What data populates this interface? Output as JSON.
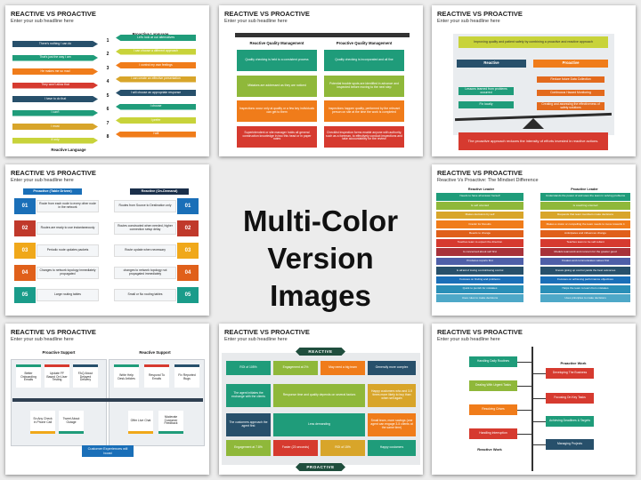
{
  "center": {
    "line1": "Multi-Color",
    "line2": "Version Images"
  },
  "common": {
    "title": "REACTIVE VS PROACTIVE",
    "subtitle": "Enter your sub headline here"
  },
  "slide1": {
    "left_items": [
      "There's nothing I can do",
      "That's just the way I am",
      "He makes me so mad",
      "They won't allow that",
      "I have to do that",
      "I can't",
      "I must",
      "If only"
    ],
    "right_items": [
      "Let's look at our alternatives",
      "I can choose a different approach",
      "I control my own feelings",
      "I can create an effective presentation",
      "I will choose an appropriate response",
      "I choose",
      "I prefer",
      "I will"
    ],
    "numbers": [
      "1",
      "2",
      "3",
      "4",
      "5",
      "6",
      "7",
      "8"
    ],
    "right_header": "Proactive Language",
    "left_footer": "Reactive Language"
  },
  "slide2": {
    "left_header": "Reactive Quality Management",
    "right_header": "Proactive Quality Management",
    "left_items": [
      "Quality checking is held to a consistent process",
      "Mistakes are addressed as they are noticed",
      "Inspections occur only at quality or a few key individuals can get to them",
      "Superintendent or site manager holds all general construction knowledge in two this head or in paper notes"
    ],
    "right_items": [
      "Quality checking is incorporated and all fine",
      "Potential trouble spots are identified in advance and inspected before moving to the next step",
      "Inspections happen quality, performed by the relevant person on site at the time the work is completed",
      "Checklist inspection forms enable anyone with authority, such as a foreman, to effectively conduct inspections and take accountability for the review"
    ]
  },
  "slide3": {
    "top_text": "Improving quality and patient safety by combining a proactive and reactive approach",
    "left_label": "Reactive",
    "right_label": "Proactive",
    "left_items": [
      "Lessons learned from problems occurred",
      "Fix locally"
    ],
    "right_items": [
      "Reduce future Data Collection",
      "Continuous Hazard Monitoring",
      "Creating and assessing the effectiveness of safety solutions"
    ],
    "bottom_text": "The proactive approach reduces the intensity of efforts invested in reactive actions."
  },
  "slide4": {
    "left_header": "Proactive (Table Driven)",
    "right_header": "Reactive (On-Demand)",
    "numbers": [
      "01",
      "02",
      "03",
      "04",
      "05"
    ],
    "left_items": [
      "Route from each node to every other node in the network",
      "Routes are ready to use instantaneously",
      "Periodic route updates packets",
      "Changes to network topology immediately propagated",
      "Large routing tables"
    ],
    "right_items": [
      "Routes from Source to Destination only",
      "Routes constructed when needed, higher connection setup delay",
      "Route update when necessary",
      "changes to network topology not propagated immediately",
      "Small or No routing tables"
    ]
  },
  "slide5": {
    "subtitle": "Reactive Vs Proactive: The Mindset Difference",
    "left_header": "Reactive Leader",
    "right_header": "Proactive Leader",
    "left_items": [
      "Needs to have all answer herself",
      "Is self oriented",
      "Makes decisions by self",
      "Frantic for Results",
      "Reacts to change",
      "Teaches team to expect the direction",
      "Is concerned about self first",
      "Produces reports first",
      "Is afraid of losing control/losing control",
      "Focuses on finding and problems",
      "Quick to punish for mistakes",
      "Uses rules to make decisions"
    ],
    "right_items": [
      "Understands the power of and uses the team in solving problems",
      "Is coaching oriented",
      "Requests that team members make decisions",
      "Makes a vision or compelling the team needs to move towards it",
      "Anticipates and influences change",
      "Teaches team to be self-reliant",
      "Models teamwork and concern for the greater good",
      "Creates and communicates values first",
      "Knows giving up control yields the best outcomes",
      "Focuses on achieving performance objectives",
      "Helps the team to learn from mistakes",
      "Uses principles to make decisions"
    ]
  },
  "slide6": {
    "left_header": "Proactive Support",
    "right_header": "Reactive Support",
    "left_top": [
      "Better Onboarding Emails",
      "Update FF Based On User Testing",
      "FAQ About Delayed Delivery"
    ],
    "left_bottom": [
      "Sn Any Check in Phone Call",
      "Tweet About Outage"
    ],
    "right_top": [
      "Write Help Desk Articles",
      "Respond To Emails",
      "Fix Reported Bugs"
    ],
    "right_bottom": [
      "Offer Live Chat",
      "Moderate Customer Feedback"
    ],
    "footer": "Customer Experiences will boost"
  },
  "slide7": {
    "top_label": "REACTIVE",
    "bottom_label": "PROACTIVE",
    "cells": [
      "ROI of 105%",
      "Engagement at 2%",
      "May need a big team",
      "Generally more complex",
      "The agent initiates the exchange with the clients",
      "Response time and quality depends on several factors",
      "Happy customers who and 3-5 times more likely to buy than when sell again",
      "The customers approach the agent first",
      "Less demanding",
      "Small team, more savings (one agent can engage 3-5 clients at the same time)",
      "Engagement at 7.8%",
      "Faster (23 seconds)",
      "ROI of 15%",
      "Happy customers"
    ]
  },
  "slide8": {
    "left_items": [
      "Handling Daily Routines",
      "Dealing With Urgent Tasks",
      "Resolving Crises",
      "Handling Interruption"
    ],
    "right_items": [
      "Developing The Business",
      "Focusing On Key Tasks",
      "Achieving Deadlines & Targets",
      "Managing Projects"
    ],
    "right_label": "Proactive Work",
    "left_label": "Reactive Work"
  }
}
